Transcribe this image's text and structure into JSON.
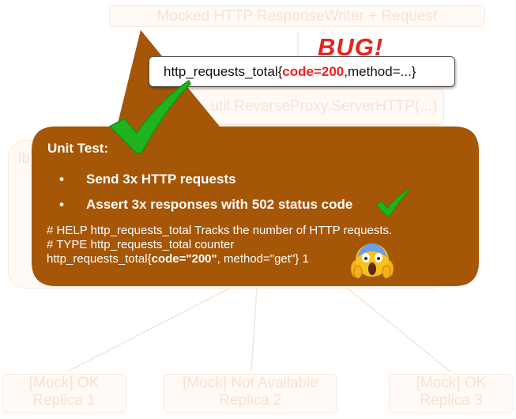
{
  "background": {
    "top_box": "Mocked HTTP ResponseWriter + Request",
    "proxy_box": "util.ReverseProxy.ServerHTTP(...)",
    "handler_box": "lb",
    "replicas": [
      {
        "title": "[Mock] OK",
        "subtitle": "Replica 1"
      },
      {
        "title": "[Mock] Not Available",
        "subtitle": "Replica 2"
      },
      {
        "title": "[Mock] OK",
        "subtitle": "Replica 3"
      }
    ]
  },
  "bug_label": "BUG!",
  "metric_bubble": {
    "prefix": "http_requests_total{",
    "highlight": "code=200",
    "suffix": ",method=...}"
  },
  "unit_test": {
    "title": "Unit Test:",
    "bullet": "•",
    "steps": [
      "Send 3x HTTP requests",
      "Assert 3x responses with 502 status code"
    ],
    "help_line": "# HELP http_requests_total Tracks the number of HTTP requests.",
    "type_line": "# TYPE http_requests_total counter",
    "metric_prefix": "http_requests_total{",
    "metric_highlight": "code=\"200\"",
    "metric_suffix": ", method=\"get\"} 1"
  },
  "colors": {
    "callout_fill": "#a65607",
    "check_green": "#1fb41f",
    "bug_red": "#e8231f"
  },
  "icons": [
    "big-checkmark-icon",
    "small-checkmark-icon",
    "screaming-face-emoji"
  ]
}
